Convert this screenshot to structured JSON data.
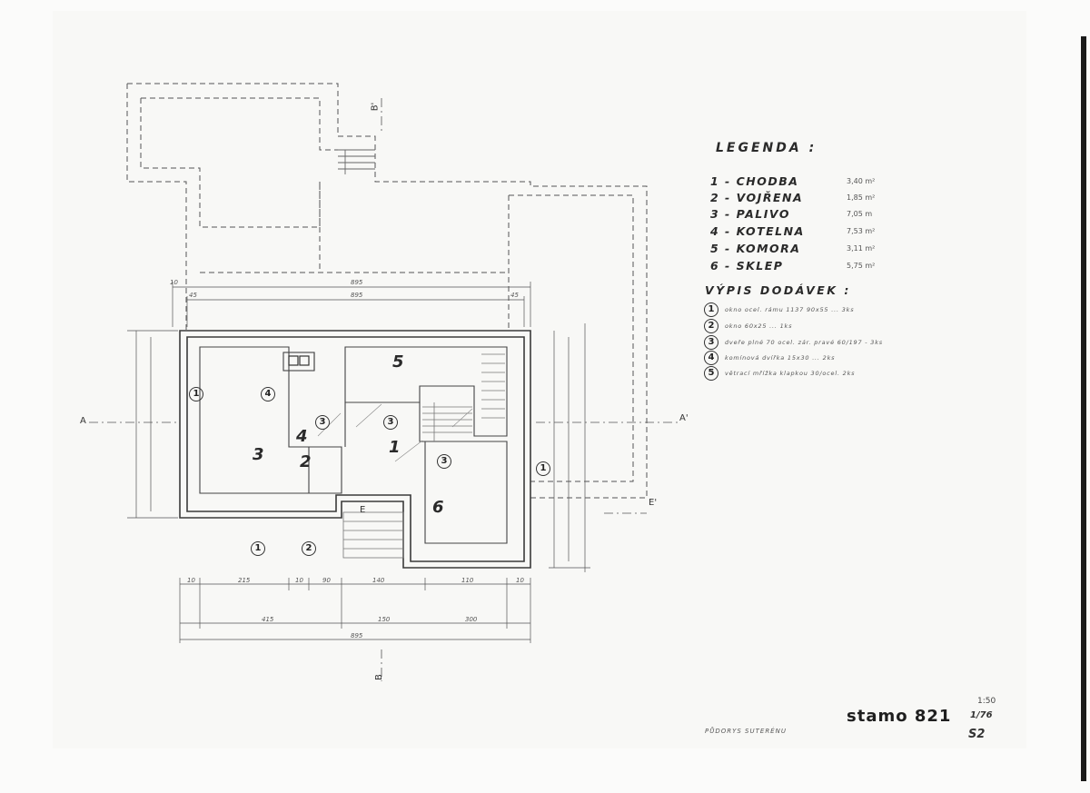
{
  "legend": {
    "title": "LEGENDA :",
    "rooms": [
      {
        "label": "1 - CHODBA",
        "area": "3,40 m²"
      },
      {
        "label": "2 - VOJŘENA",
        "area": "1,85 m²"
      },
      {
        "label": "3 - PALIVO",
        "area": "7,05 m"
      },
      {
        "label": "4 - KOTELNA",
        "area": "7,53 m²"
      },
      {
        "label": "5 - KOMORA",
        "area": "3,11 m²"
      },
      {
        "label": "6 - SKLEP",
        "area": "5,75 m²"
      }
    ]
  },
  "supply": {
    "title": "VÝPIS DODÁVEK :",
    "items": [
      {
        "no": "1",
        "text": "okno ocel. rámu 1137 90x55 ... 3ks"
      },
      {
        "no": "2",
        "text": "okno 60x25 ... 1ks"
      },
      {
        "no": "3",
        "text": "dveře plné 70 ocel. zár. pravé 60/197 - 3ks"
      },
      {
        "no": "4",
        "text": "komínová dvířka 15x30 ... 2ks"
      },
      {
        "no": "5",
        "text": "větrací mřížka klapkou 30/ocel. 2ks"
      }
    ]
  },
  "plan": {
    "room_numbers": [
      "1",
      "2",
      "3",
      "4",
      "5",
      "6"
    ],
    "section_marks": [
      "A",
      "A'",
      "B",
      "B'",
      "E",
      "E'"
    ],
    "markers": [
      "1",
      "2",
      "3",
      "4"
    ],
    "dimensions_top": [
      "10",
      "45",
      "895",
      "45",
      "895"
    ],
    "dimensions_bottom": [
      "10",
      "215",
      "10",
      "90",
      "140",
      "110",
      "10",
      "415",
      "150",
      "300",
      "895"
    ]
  },
  "title_block": {
    "brand": "stamo 821",
    "scale": "1:50",
    "sheet_ref": "1/76",
    "sheet_no": "S2",
    "drawing_title": "PŮDORYS SUTERÉNU"
  }
}
